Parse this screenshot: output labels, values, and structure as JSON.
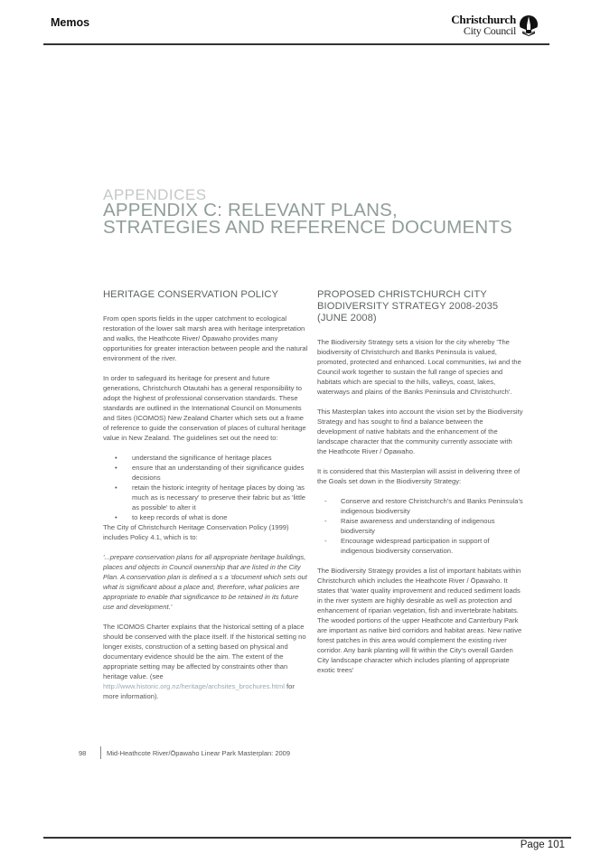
{
  "header": {
    "title": "Memos",
    "brand_line1": "Christchurch",
    "brand_line2": "City Council",
    "logo_icon": "christchurch-cathedral-logo-icon"
  },
  "document": {
    "kicker": "APPENDICES",
    "title_line1": "APPENDIX C: RELEVANT PLANS,",
    "title_line2": "STRATEGIES AND REFERENCE DOCUMENTS",
    "left": {
      "heading": "HERITAGE CONSERVATION POLICY",
      "p1": "From open sports fields in the upper catchment to ecological restoration of the lower salt marsh area with heritage interpretation and walks, the Heathcote River/ Ōpawaho provides many opportunities for greater interaction between people and the natural environment of the river.",
      "p2": "In order to safeguard its heritage for present and future generations, Christchurch Otautahi has a general responsibility to adopt the highest of professional conservation standards. These standards are outlined in the International Council on Monuments and Sites (ICOMOS) New Zealand Charter which sets out a frame of reference to guide the conservation of places of cultural heritage value in New Zealand. The guidelines set out the need to:",
      "bullets": [
        "understand the significance of heritage places",
        "ensure that an understanding of their significance guides decisions",
        "retain the historic integrity of heritage places by doing 'as much as is necessary' to preserve their fabric but as 'little as possible' to alter it",
        "to keep records of what is done"
      ],
      "p3": "The City of Christchurch Heritage Conservation Policy (1999) includes Policy 4.1, which is to:",
      "quote": "'...prepare conservation plans for all appropriate heritage buildings, places and objects in Council ownership that are listed in the City Plan. A conservation plan is defined a s a 'document which sets out what is significant about a place and, therefore, what policies are appropriate to enable that significance to be retained in its future use and development.'",
      "p4_before": "The ICOMOS Charter explains that the historical setting of a place should be conserved with the place itself. If the historical setting no longer exists, construction of a setting based on physical and documentary evidence should be the aim. The extent of the appropriate setting may be affected by constraints other than heritage value. (see ",
      "p4_link": "http://www.historic.org.nz/heritage/archsites_brochures.html",
      "p4_after": " for more information)."
    },
    "right": {
      "heading": "PROPOSED CHRISTCHURCH CITY BIODIVERSITY STRATEGY 2008-2035 (JUNE 2008)",
      "p1": "The Biodiversity Strategy sets a vision for the city whereby 'The biodiversity of Christchurch and Banks Peninsula is valued, promoted, protected and enhanced. Local communities, iwi and the Council work together to sustain the full range of species and habitats which are special to the hills, valleys, coast, lakes, waterways and plains of the Banks Peninsula and Christchurch'.",
      "p2": "This Masterplan takes into account the vision set by the Biodiversity Strategy and has sought to find a balance between the development of native habitats and the enhancement of the landscape character that the community currently associate with the Heathcote River / Ōpawaho.",
      "p3": "It is considered that this Masterplan will assist in delivering three of the Goals set down in the Biodiversity Strategy:",
      "bullets": [
        "Conserve and restore Christchurch's and Banks Peninsula's indigenous biodiversity",
        "Raise awareness and understanding of indigenous biodiversity",
        "Encourage widespread participation in support of indigenous biodiversity conservation."
      ],
      "p4": "The Biodiversity Strategy provides a list of important habitats within Christchurch which includes the Heathcote River / Ōpawaho.  It states that 'water quality improvement and reduced sediment loads in the river system are highly desirable as well as protection and enhancement of riparian vegetation, fish and invertebrate habitats.  The wooded portions of the upper Heathcote and Canterbury Park are important as native bird corridors and habitat areas.  New native forest patches in this area would complement the existing river corridor.  Any bank planting will fit within the City's overall Garden City landscape character which includes planting of appropriate exotic trees'"
    },
    "folio_number": "98",
    "folio_text": "Mid-Heathcote River/Ōpawaho Linear Park Masterplan: 2009"
  },
  "footer": {
    "page_label": "Page 101"
  },
  "bullet_glyphs": {
    "left": "•",
    "right": "-"
  }
}
